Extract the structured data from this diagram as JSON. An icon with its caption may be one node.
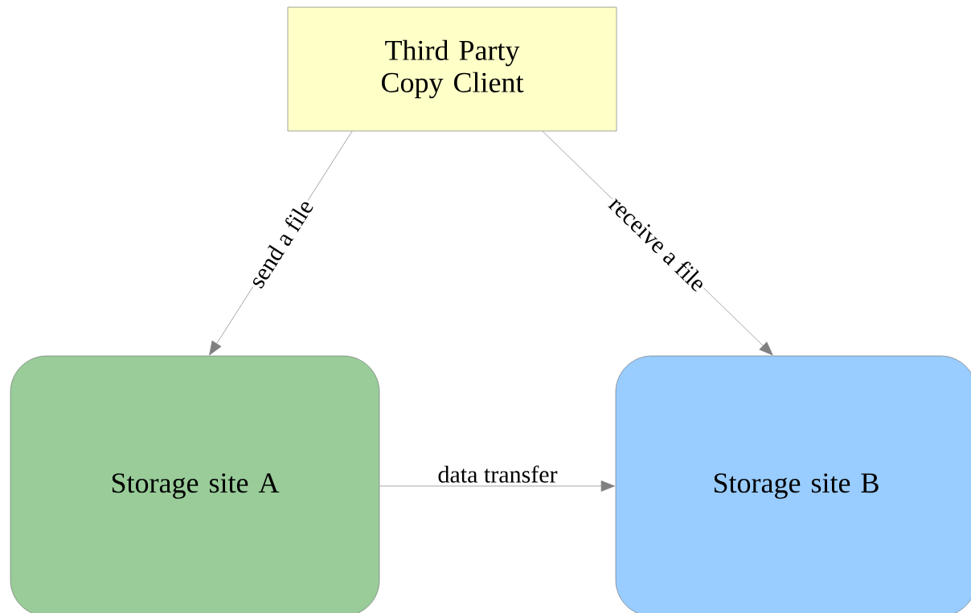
{
  "diagram": {
    "nodes": [
      {
        "text": [
          "Third Party Copy Client"
        ]
      },
      {
        "text": [
          "Storage site A"
        ]
      },
      {
        "text": [
          "Storage site B"
        ]
      }
    ],
    "edges": [
      {
        "from": 0,
        "to": 1,
        "arrow": "to",
        "label": "send a file"
      },
      {
        "from": 0,
        "to": 2,
        "arrow": "to",
        "label": "receive a file"
      },
      {
        "from": 1,
        "to": 2,
        "arrow": "to",
        "label": "data transfer"
      }
    ]
  }
}
